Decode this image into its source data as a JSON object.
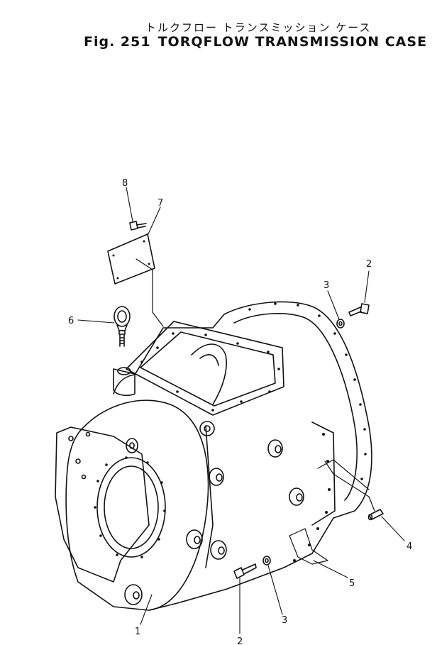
{
  "header": {
    "title_japanese": "トルクフロー トランスミッション ケース",
    "fig_label": "Fig. 251",
    "title_english": "TORQFLOW TRANSMISSION CASE"
  },
  "callouts": {
    "c1": "1",
    "c2a": "2",
    "c2b": "2",
    "c3a": "3",
    "c3b": "3",
    "c4": "4",
    "c5": "5",
    "c6": "6",
    "c7": "7",
    "c8": "8"
  },
  "colors": {
    "ink": "#111111",
    "paper": "#ffffff"
  }
}
